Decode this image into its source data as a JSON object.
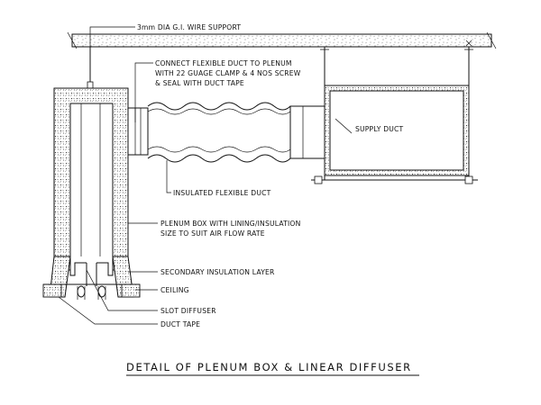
{
  "title": "DETAIL OF PLENUM BOX & LINEAR DIFFUSER",
  "labels": {
    "wire_support": "3mm DIA G.I. WIRE SUPPORT",
    "connect_line1": "CONNECT FLEXIBLE DUCT TO PLENUM",
    "connect_line2": "WITH 22 GUAGE CLAMP & 4 NOS SCREW",
    "connect_line3": "& SEAL WITH DUCT TAPE",
    "supply_duct": "SUPPLY DUCT",
    "insulated_flexible_duct": "INSULATED FLEXIBLE DUCT",
    "plenum_line1": "PLENUM BOX WITH LINING/INSULATION",
    "plenum_line2": "SIZE TO SUIT AIR FLOW RATE",
    "secondary_insulation": "SECONDARY INSULATION LAYER",
    "ceiling": "CEILING",
    "slot_diffuser": "SLOT DIFFUSER",
    "duct_tape": "DUCT TAPE"
  }
}
